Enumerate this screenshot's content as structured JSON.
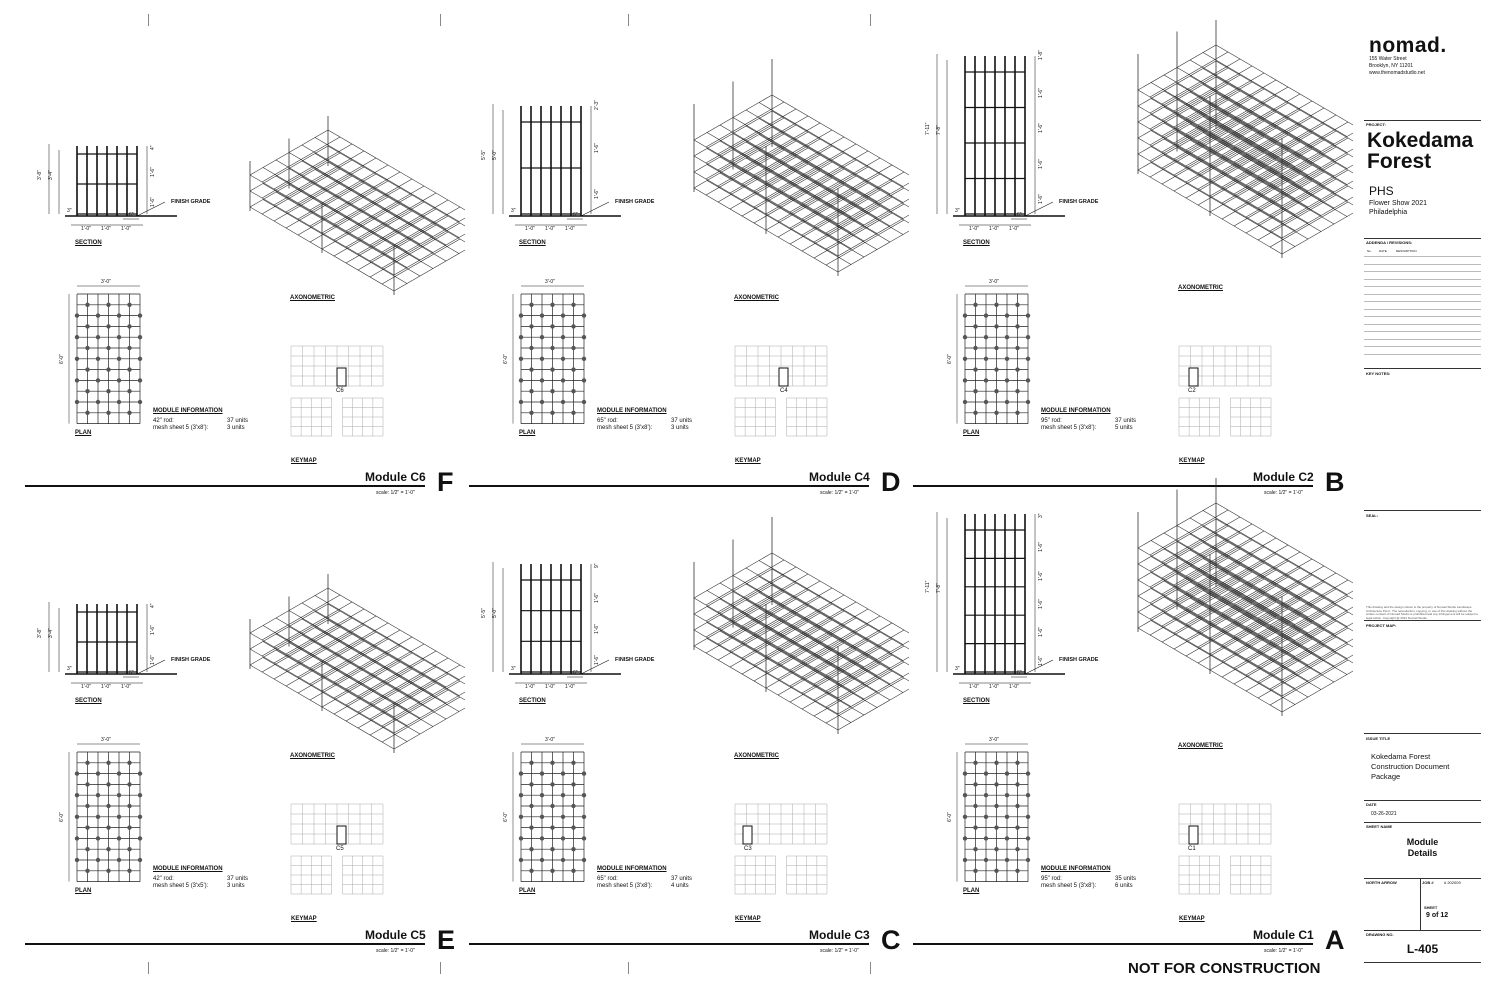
{
  "title_block": {
    "company": "nomad.",
    "address_1": "155 Water Street",
    "address_2": "Brooklyn, NY 11201",
    "website": "www.thenomadstudio.net",
    "project_caption": "PROJECT:",
    "project_name_1": "Kokedama",
    "project_name_2": "Forest",
    "client": "PHS",
    "event_1": "Flower Show 2021",
    "event_2": "Philadelphia",
    "addenda_caption": "ADDENDA / REVISIONS:",
    "addenda_no": "No.",
    "addenda_date": "DATE",
    "addenda_desc": "DESCRIPTION",
    "key_notes_caption": "KEY NOTES:",
    "seal_caption": "SEAL:",
    "disclaimer": "This drawing and the design shown is the property of Nomad Studio Landscape Architecture PLLC. The reproduction, copying, or use of this drawing without the written consent of Nomad Studio is prohibited and any infringement will be subject to legal action. Copyright @ 2021 Nomad Studio.",
    "project_map_caption": "PROJECT MAP:",
    "issue_title_caption": "ISSUE TITLE",
    "issue_title_1": "Kokedama Forest",
    "issue_title_2": "Construction Document",
    "issue_title_3": "Package",
    "date_caption": "DATE",
    "date": "03-26-2021",
    "sheet_name_caption": "SHEET NAME",
    "sheet_name_1": "Module",
    "sheet_name_2": "Details",
    "north_arrow_caption": "NORTH ARROW",
    "job_caption": "JOB #",
    "job": "# 202009",
    "sheet_caption": "SHEET",
    "sheet": "9 of 12",
    "drawing_no_caption": "DRAWING NO.",
    "drawing_no": "L-405"
  },
  "stamp": "NOT FOR CONSTRUCTION",
  "labels": {
    "section": "SECTION",
    "plan": "PLAN",
    "axonometric": "AXONOMETRIC",
    "keymap": "KEYMAP",
    "module_info": "MODULE INFORMATION",
    "finish_grade": "FINISH GRADE",
    "scale": "scale: 1/2\" = 1'-0\"",
    "plan_width": "3'-0\"",
    "plan_height": "6'-0\"",
    "bay": "1'-0\"",
    "offset_6": "6\"",
    "offset_3": "3\""
  },
  "modules": [
    {
      "id": "C6",
      "title": "Module C6",
      "letter": "F",
      "rod_label": "42\" rod:",
      "rod_units": "37 units",
      "mesh_label": "mesh sheet 5 (3'x8'):",
      "mesh_units": "3 units",
      "overall_h": "3'-8\"",
      "inner_h": "3'-4\"",
      "top_dim": "4\"",
      "tiers": [
        "1'-6\"",
        "1'-6\""
      ]
    },
    {
      "id": "C4",
      "title": "Module C4",
      "letter": "D",
      "rod_label": "65\" rod:",
      "rod_units": "37 units",
      "mesh_label": "mesh sheet 5 (3'x8'):",
      "mesh_units": "3 units",
      "overall_h": "5'-5\"",
      "inner_h": "5'-0\"",
      "top_dim": "2'-3\"",
      "tiers": [
        "1'-6\"",
        "1'-6\""
      ]
    },
    {
      "id": "C2",
      "title": "Module C2",
      "letter": "B",
      "rod_label": "95\" rod:",
      "rod_units": "37 units",
      "mesh_label": "mesh sheet 5 (3'x8'):",
      "mesh_units": "5 units",
      "overall_h": "7'-11\"",
      "inner_h": "7'-8\"",
      "top_dim": "1'-8\"",
      "tiers": [
        "1'-6\"",
        "1'-6\"",
        "1'-6\"",
        "1'-6\""
      ]
    },
    {
      "id": "C5",
      "title": "Module C5",
      "letter": "E",
      "rod_label": "42\" rod:",
      "rod_units": "37 units",
      "mesh_label": "mesh sheet 5 (3'x5'):",
      "mesh_units": "3 units",
      "overall_h": "3'-8\"",
      "inner_h": "3'-4\"",
      "top_dim": "4\"",
      "tiers": [
        "1'-6\"",
        "1'-6\""
      ]
    },
    {
      "id": "C3",
      "title": "Module C3",
      "letter": "C",
      "rod_label": "65\" rod:",
      "rod_units": "37 units",
      "mesh_label": "mesh sheet 5 (3'x8'):",
      "mesh_units": "4 units",
      "overall_h": "5'-5\"",
      "inner_h": "5'-0\"",
      "top_dim": "9\"",
      "tiers": [
        "1'-6\"",
        "1'-6\"",
        "1'-6\""
      ]
    },
    {
      "id": "C1",
      "title": "Module C1",
      "letter": "A",
      "rod_label": "95\" rod:",
      "rod_units": "35 units",
      "mesh_label": "mesh sheet 5 (3'x8'):",
      "mesh_units": "6 units",
      "overall_h": "7'-11\"",
      "inner_h": "7'-8\"",
      "top_dim": "3\"",
      "tiers": [
        "1'-6\"",
        "1'-6\"",
        "1'-6\"",
        "1'-6\"",
        "1'-6\""
      ]
    }
  ]
}
